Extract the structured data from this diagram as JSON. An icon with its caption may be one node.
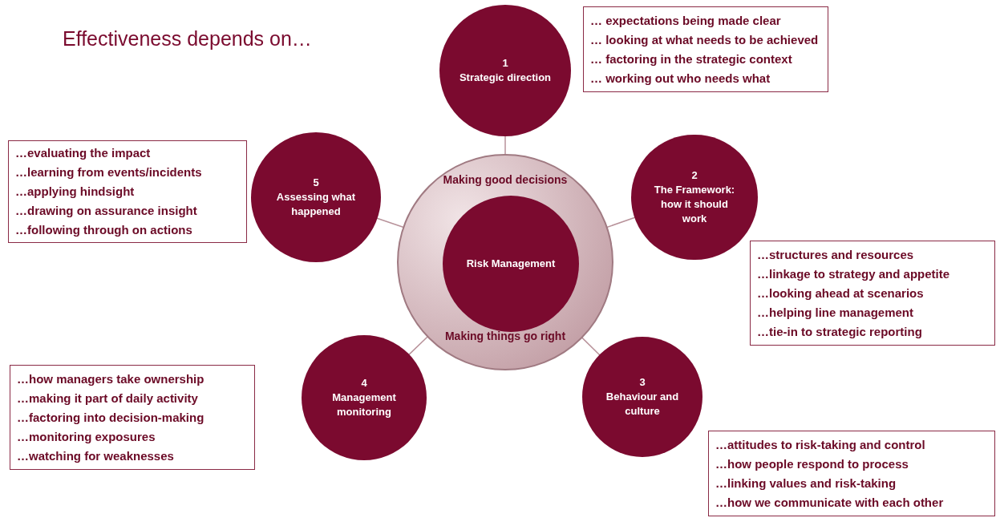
{
  "diagram": {
    "title": "Effectiveness depends on…",
    "nodes": [
      {
        "text": [
          "Making good decisions",
          "Making things go right"
        ]
      },
      {
        "text": [
          "Risk Management"
        ],
        "in": 0
      },
      {
        "text": [
          "1",
          "Strategic direction"
        ]
      },
      {
        "text": [
          "… expectations being made clear",
          "… looking at what needs to be achieved",
          "… factoring in the strategic context",
          "… working out who needs what"
        ]
      },
      {
        "text": [
          "2",
          "The Framework: how it should work"
        ]
      },
      {
        "text": [
          "…structures and resources",
          "…linkage to strategy and appetite",
          "…looking ahead at scenarios",
          "…helping line management",
          "…tie-in to strategic reporting"
        ]
      },
      {
        "text": [
          "3",
          "Behaviour and culture"
        ]
      },
      {
        "text": [
          "…attitudes to risk-taking and control",
          "…how people respond to process",
          "…linking values and risk-taking",
          "…how we communicate with each other"
        ]
      },
      {
        "text": [
          "4",
          "Management monitoring"
        ]
      },
      {
        "text": [
          "…how managers take ownership",
          "…making it part of daily activity",
          "…factoring into decision-making",
          "…monitoring exposures",
          "…watching for weaknesses"
        ]
      },
      {
        "text": [
          "5",
          "Assessing what happened"
        ]
      },
      {
        "text": [
          "…evaluating the impact",
          "…learning from events/incidents",
          "…applying hindsight",
          "…drawing on assurance insight",
          "…following through on actions"
        ]
      }
    ],
    "edges": [
      {
        "from": 0,
        "to": 2,
        "arrow": "none"
      },
      {
        "from": 0,
        "to": 4,
        "arrow": "none"
      },
      {
        "from": 0,
        "to": 6,
        "arrow": "none"
      },
      {
        "from": 0,
        "to": 8,
        "arrow": "none"
      },
      {
        "from": 0,
        "to": 10,
        "arrow": "none"
      }
    ]
  }
}
